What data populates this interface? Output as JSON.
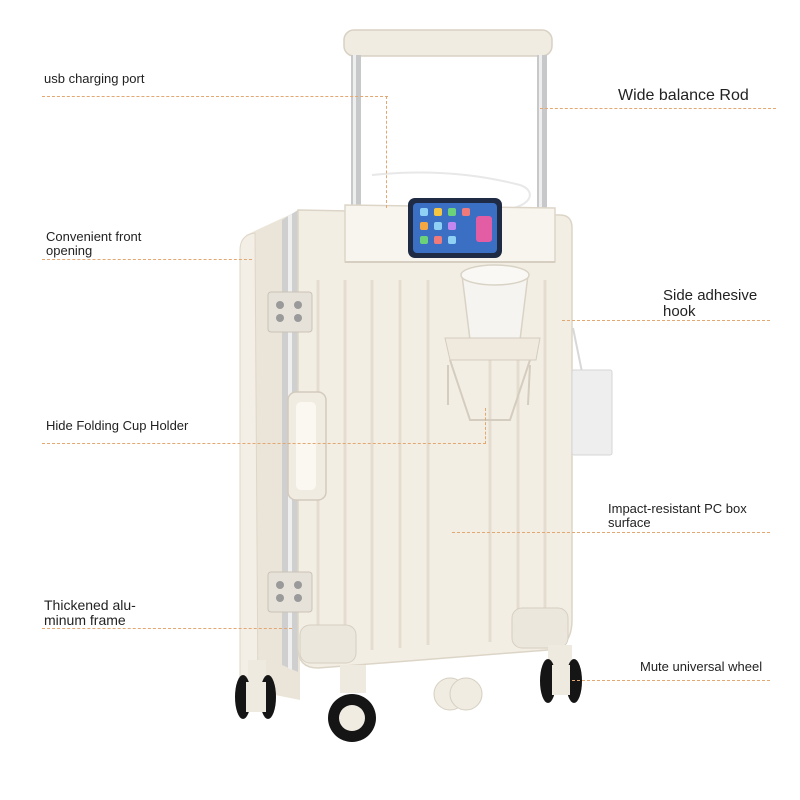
{
  "labels": {
    "usb_port": "usb charging port",
    "front_opening": "Convenient front opening",
    "cup_holder": "Hide Folding Cup Holder",
    "alu_frame": "Thickened alu-minum frame",
    "balance_rod": "Wide balance Rod",
    "side_hook": "Side adhesive hook",
    "pc_surface": "Impact-resistant PC box surface",
    "wheel": "Mute universal wheel"
  },
  "colors": {
    "leader_line": "#e3a772",
    "shell": "#f3eee4",
    "shell_shadow": "#e2dbcf",
    "aluminum": "#c9c9c9",
    "wheel": "#1a1a1a",
    "handle_rod": "#bfc0c2"
  }
}
